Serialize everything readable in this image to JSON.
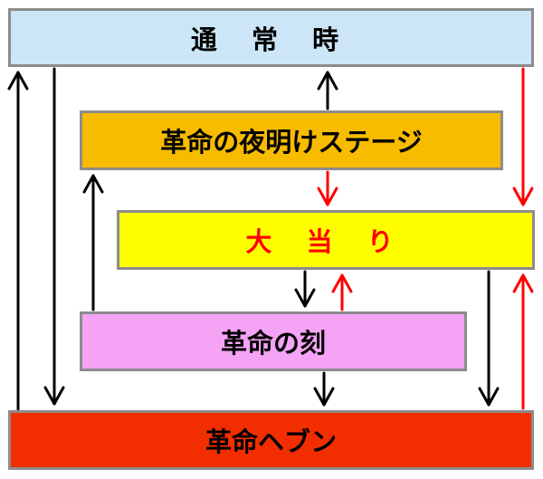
{
  "states": {
    "normal": "通 常 時",
    "revolution_stage": "革命の夜明けステージ",
    "jackpot": "大 当 り",
    "revolution_koku": "革命の刻",
    "revolution_heaven": "革命ヘブン"
  },
  "colors": {
    "normal_fill": "#cce6f8",
    "stage_fill": "#f7bb00",
    "jackpot_fill": "#ffff00",
    "jackpot_text": "#ff0000",
    "koku_fill": "#f5a3f5",
    "heaven_fill": "#f22e00",
    "arrow_black": "#000000",
    "arrow_red": "#ff0000",
    "border": "#8c8c8c"
  },
  "transitions": [
    {
      "from": "revolution_heaven",
      "to": "normal",
      "color": "black"
    },
    {
      "from": "normal",
      "to": "revolution_heaven",
      "color": "black"
    },
    {
      "from": "revolution_koku",
      "to": "revolution_stage",
      "color": "black"
    },
    {
      "from": "revolution_stage",
      "to": "normal",
      "color": "black"
    },
    {
      "from": "revolution_stage",
      "to": "jackpot",
      "color": "red"
    },
    {
      "from": "normal",
      "to": "jackpot",
      "color": "red"
    },
    {
      "from": "jackpot",
      "to": "revolution_koku",
      "color": "black"
    },
    {
      "from": "revolution_koku",
      "to": "jackpot",
      "color": "red"
    },
    {
      "from": "revolution_koku",
      "to": "revolution_heaven",
      "color": "black"
    },
    {
      "from": "jackpot",
      "to": "revolution_heaven",
      "color": "black"
    },
    {
      "from": "revolution_heaven",
      "to": "jackpot",
      "color": "red"
    }
  ]
}
